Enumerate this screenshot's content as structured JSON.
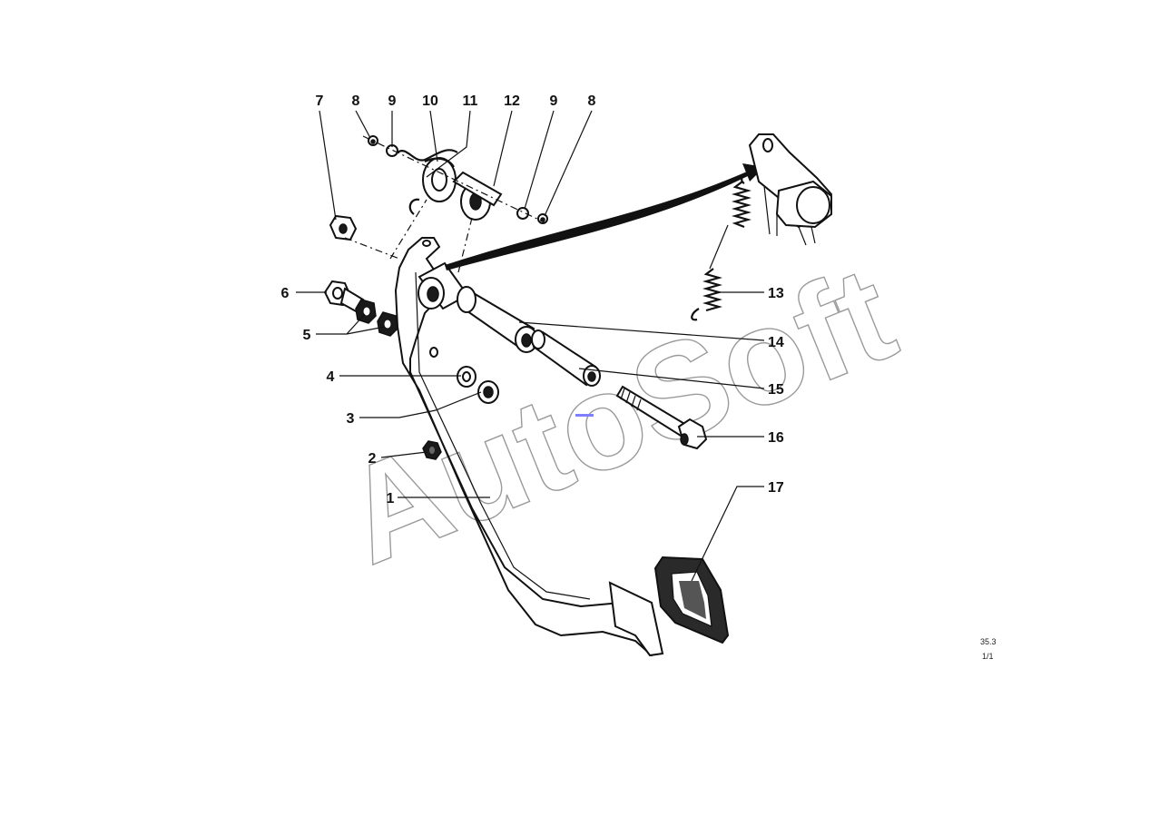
{
  "watermark": "AutoSoft",
  "callouts": [
    "1",
    "2",
    "3",
    "4",
    "5",
    "6",
    "7",
    "8",
    "9",
    "10",
    "11",
    "12",
    "9",
    "8",
    "13",
    "14",
    "15",
    "16",
    "17"
  ],
  "page_ref": {
    "line1": "35.3",
    "line2": "1/1"
  }
}
